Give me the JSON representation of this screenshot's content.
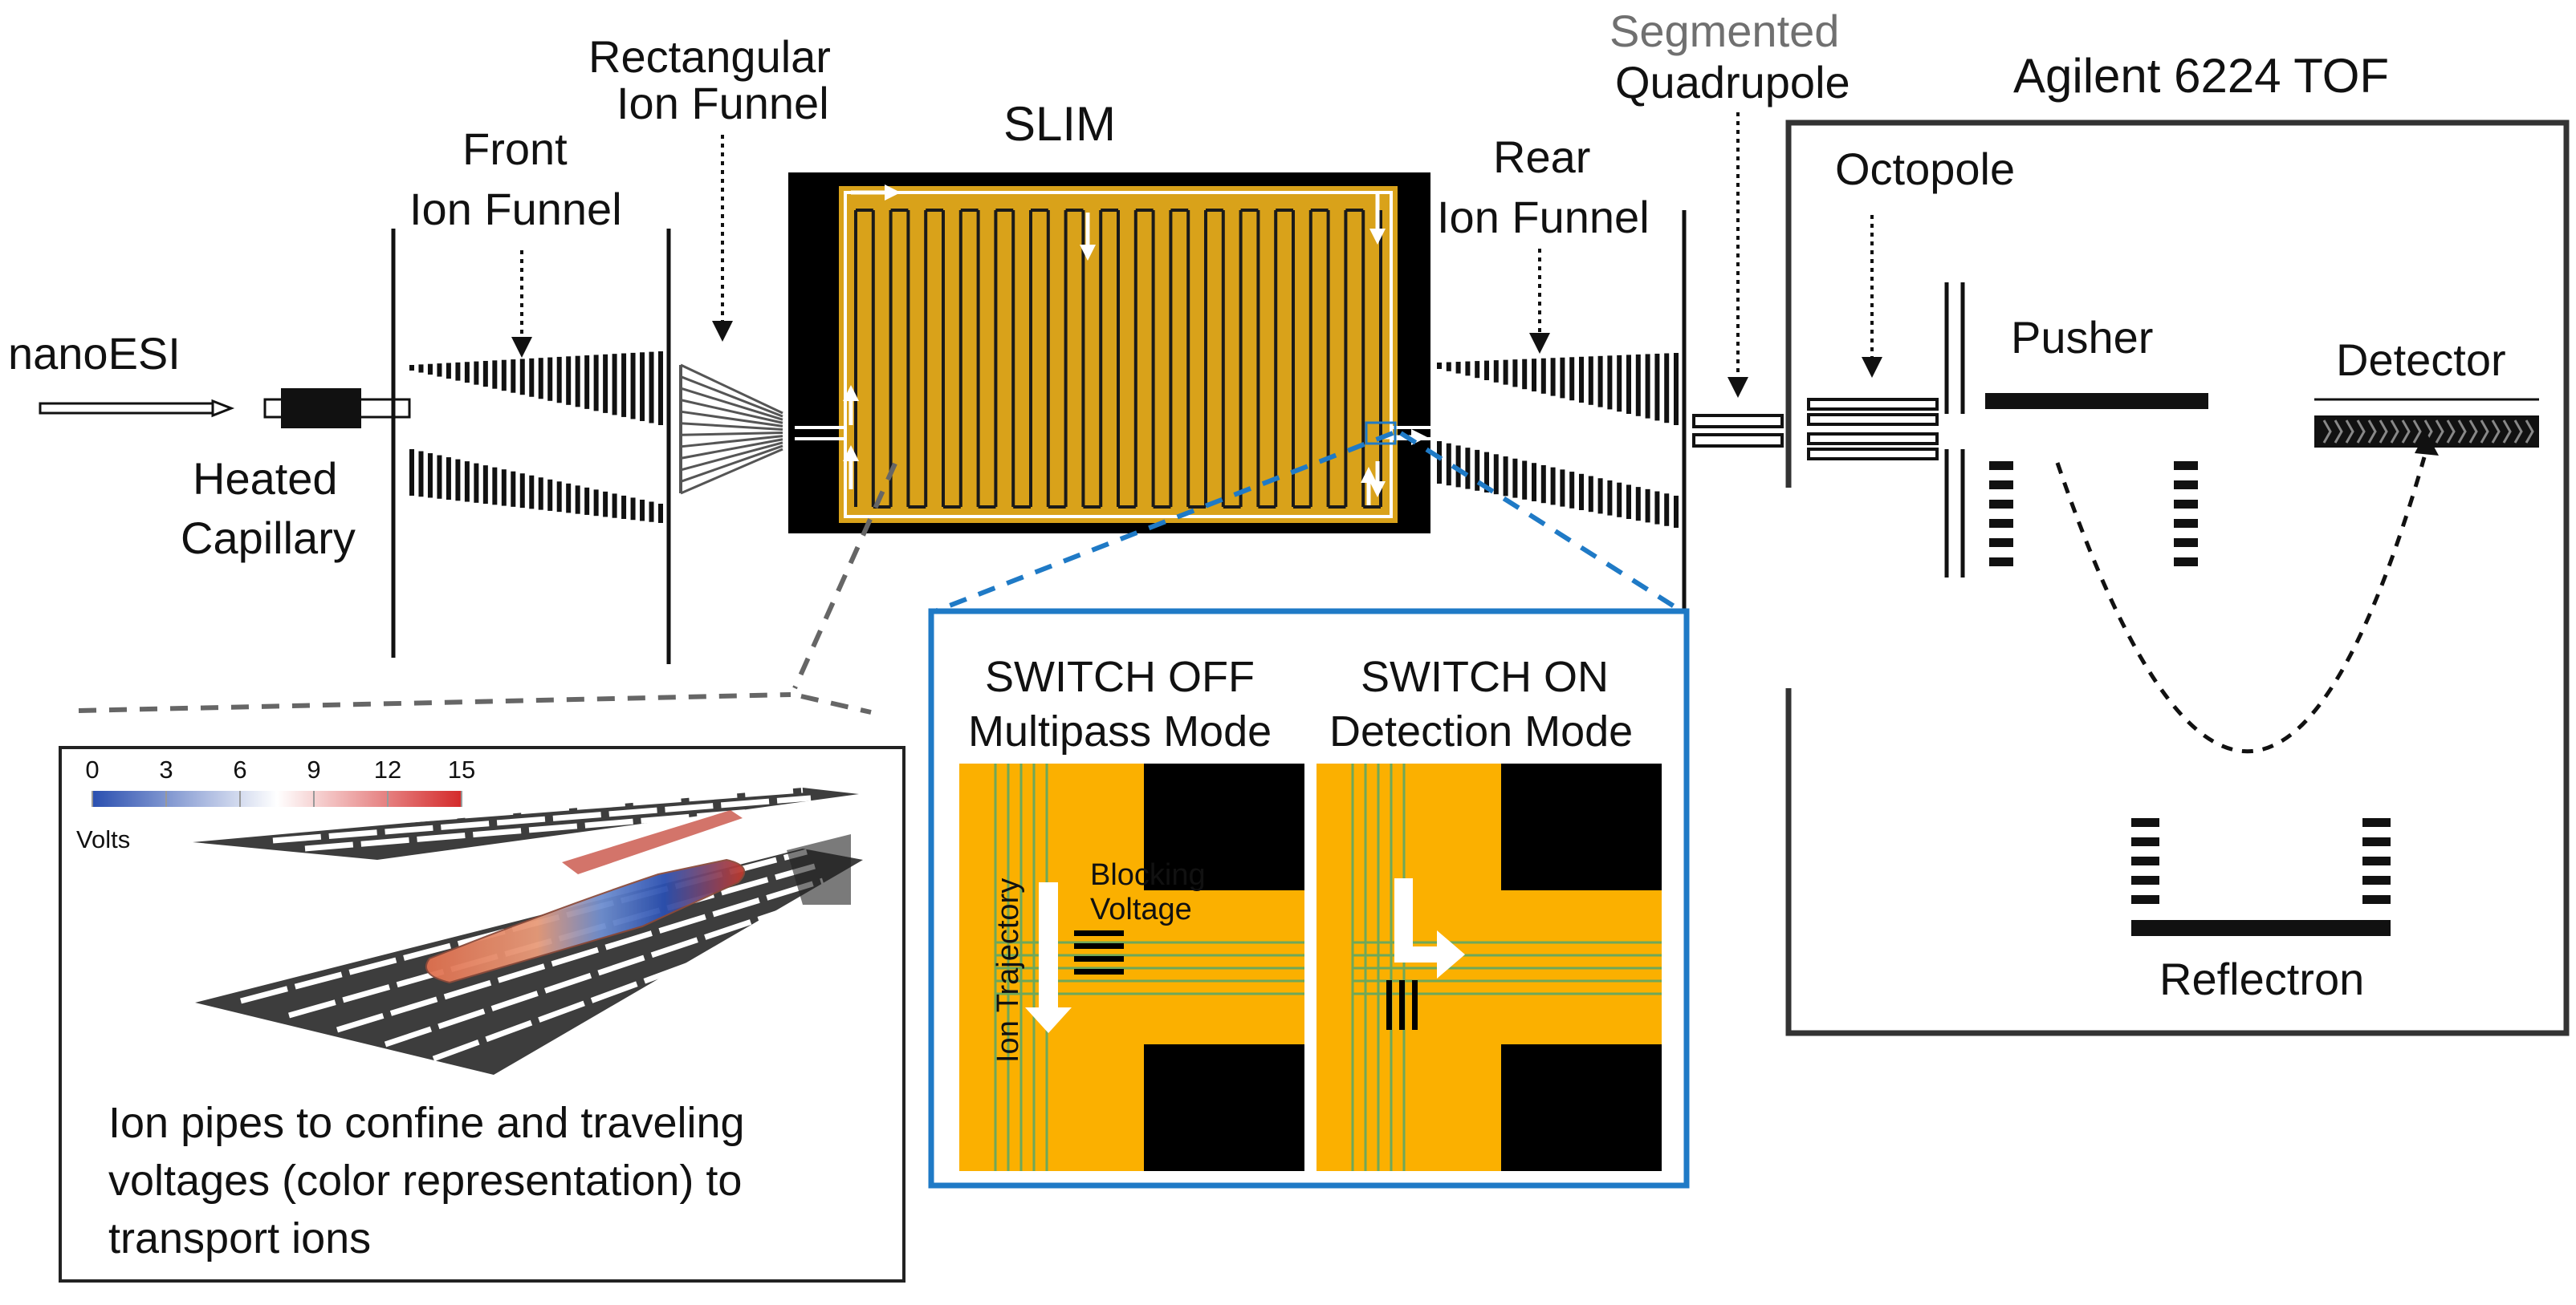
{
  "labels": {
    "nanoesi": "nanoESI",
    "heated_capillary_1": "Heated",
    "heated_capillary_2": "Capillary",
    "front_funnel_1": "Front",
    "front_funnel_2": "Ion Funnel",
    "rect_funnel_1": "Rectangular",
    "rect_funnel_2": "Ion Funnel",
    "slim": "SLIM",
    "rear_funnel_1": "Rear",
    "rear_funnel_2": "Ion Funnel",
    "seg_quad_1": "Segmented",
    "seg_quad_2": "Quadrupole",
    "tof_title": "Agilent 6224 TOF",
    "octopole": "Octopole",
    "pusher": "Pusher",
    "detector": "Detector",
    "reflectron": "Reflectron"
  },
  "colorbar": {
    "ticks": [
      "0",
      "3",
      "6",
      "9",
      "12",
      "15"
    ],
    "unit": "Volts",
    "colors": [
      "#2a4fb0",
      "#ffffff",
      "#d42a2a"
    ]
  },
  "ion_pipes_caption": [
    "Ion pipes to confine and traveling",
    "voltages (color representation) to",
    "transport ions"
  ],
  "switch_off": {
    "title": "SWITCH OFF",
    "mode": "Multipass Mode",
    "blocking_1": "Blocking",
    "blocking_2": "Voltage",
    "trajectory": "Ion Trajectory"
  },
  "switch_on": {
    "title": "SWITCH ON",
    "mode": "Detection Mode"
  },
  "colors": {
    "slim_gold": "#d9a21a",
    "switch_orange": "#fbb000",
    "inset_blue": "#1f7ac6",
    "electrode_black": "#111111"
  }
}
